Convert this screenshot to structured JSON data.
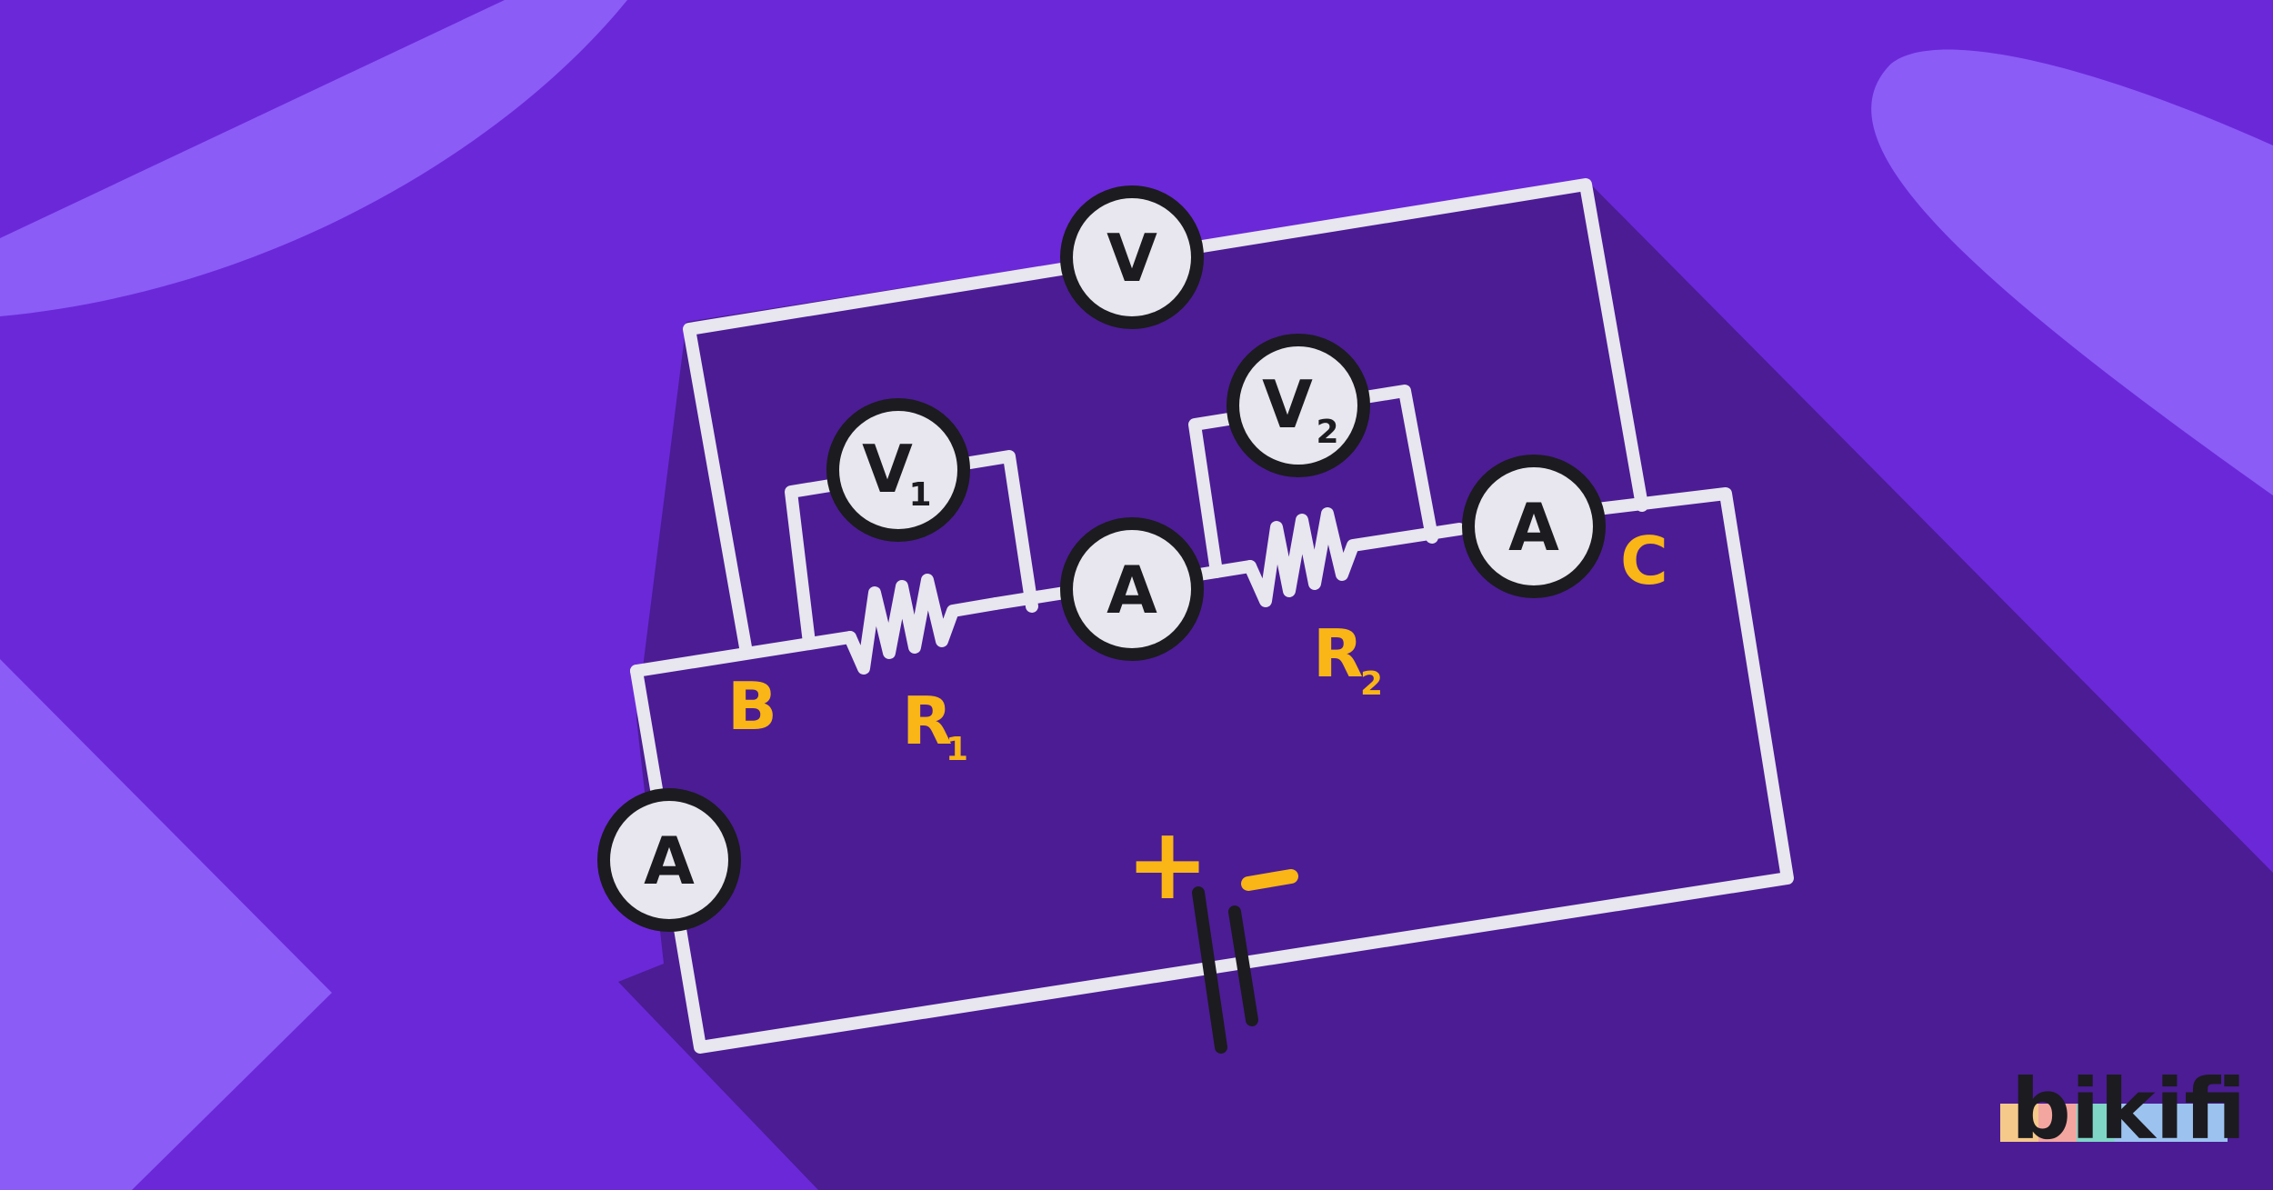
{
  "colors": {
    "background": "#6b28d8",
    "blob": "#8b5cf6",
    "shadow": "#4b1c94",
    "wire": "#e8e6ee",
    "meter_border": "#1c1b1f",
    "meter_fill": "#e8e6ee",
    "label": "#f9b616",
    "logo_text": "#1c1b1f"
  },
  "meters": {
    "v_total": {
      "letter": "V",
      "sub": ""
    },
    "v1": {
      "letter": "V",
      "sub": "1"
    },
    "v2": {
      "letter": "V",
      "sub": "2"
    },
    "a_mid": {
      "letter": "A",
      "sub": ""
    },
    "a_right": {
      "letter": "A",
      "sub": ""
    },
    "a_left": {
      "letter": "A",
      "sub": ""
    }
  },
  "nodes": {
    "b": {
      "letter": "B"
    },
    "c": {
      "letter": "C"
    },
    "r1": {
      "letter": "R",
      "sub": "1"
    },
    "r2": {
      "letter": "R",
      "sub": "2"
    }
  },
  "battery": {
    "plus": "+",
    "minus": "−"
  },
  "logo": {
    "text": "bikifi",
    "stripe_colors": [
      "#f5c98a",
      "#f3a6a0",
      "#7fd6c7",
      "#9cc3f0"
    ]
  }
}
